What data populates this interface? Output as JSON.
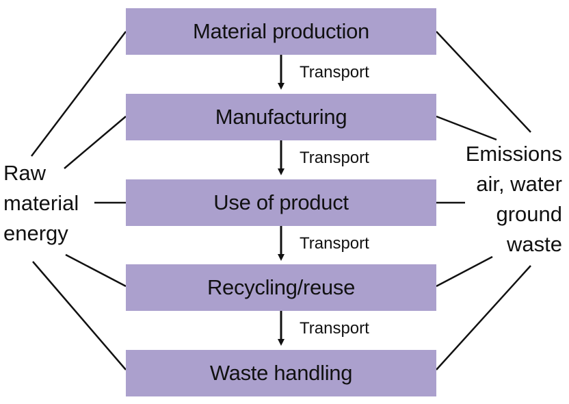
{
  "diagram": {
    "stages": [
      "Material production",
      "Manufacturing",
      "Use of product",
      "Recycling/reuse",
      "Waste handling"
    ],
    "transport_label": "Transport",
    "inputs": {
      "lines": [
        "Raw",
        "material",
        "energy"
      ]
    },
    "outputs": {
      "lines": [
        "Emissions",
        "air, water",
        "ground",
        "waste"
      ]
    },
    "colors": {
      "stage_fill": "#aba0cd",
      "line": "#111111"
    }
  }
}
